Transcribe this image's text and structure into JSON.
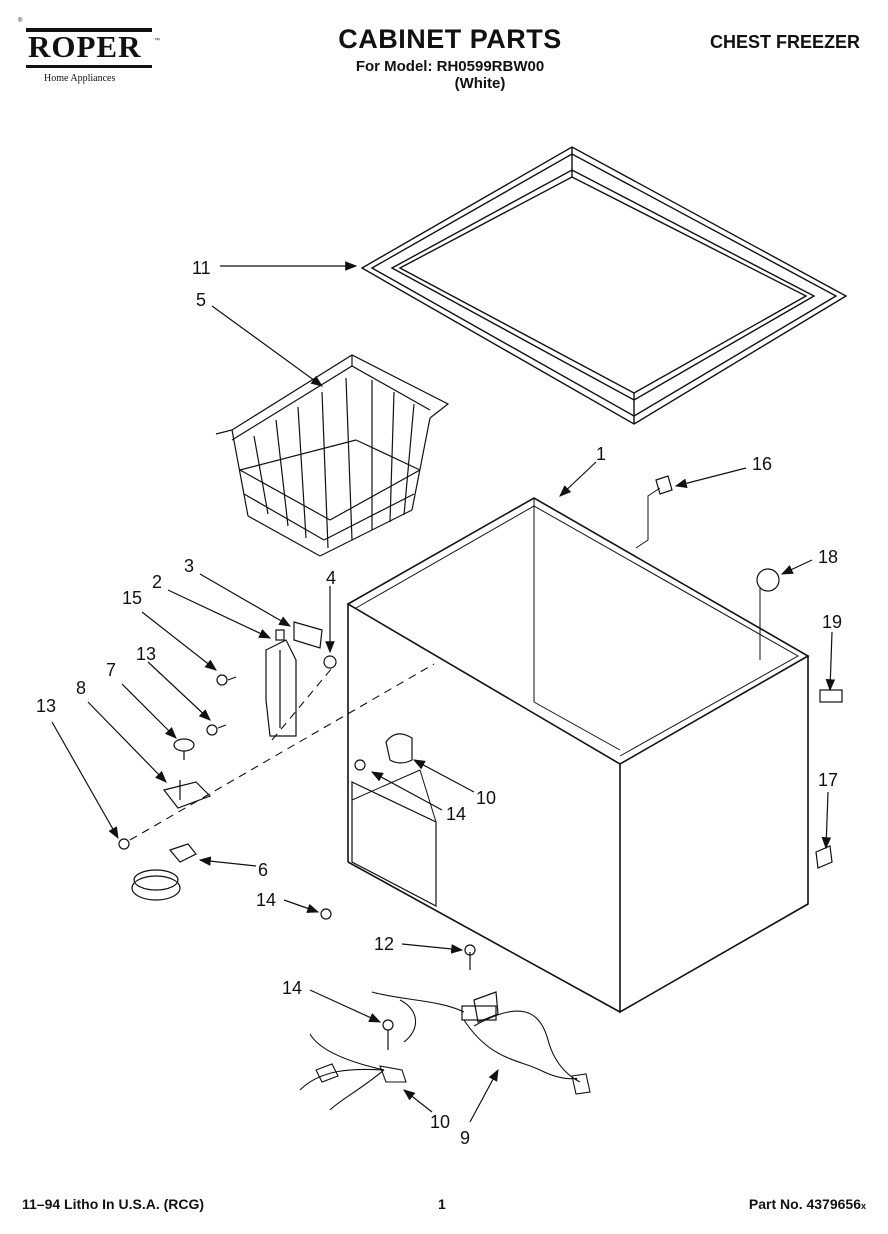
{
  "header": {
    "brand": "ROPER",
    "brand_tagline": "Home Appliances",
    "trademark": "™",
    "mark": "®",
    "title": "CABINET PARTS",
    "model_line": "For Model: RH0599RBW00",
    "variant": "(White)",
    "category": "CHEST FREEZER"
  },
  "callouts": [
    {
      "id": "callout-11",
      "label": "11"
    },
    {
      "id": "callout-5",
      "label": "5"
    },
    {
      "id": "callout-1",
      "label": "1"
    },
    {
      "id": "callout-16",
      "label": "16"
    },
    {
      "id": "callout-18",
      "label": "18"
    },
    {
      "id": "callout-19",
      "label": "19"
    },
    {
      "id": "callout-3",
      "label": "3"
    },
    {
      "id": "callout-2",
      "label": "2"
    },
    {
      "id": "callout-15",
      "label": "15"
    },
    {
      "id": "callout-4",
      "label": "4"
    },
    {
      "id": "callout-13a",
      "label": "13"
    },
    {
      "id": "callout-7",
      "label": "7"
    },
    {
      "id": "callout-8",
      "label": "8"
    },
    {
      "id": "callout-13b",
      "label": "13"
    },
    {
      "id": "callout-10a",
      "label": "10"
    },
    {
      "id": "callout-14a",
      "label": "14"
    },
    {
      "id": "callout-17",
      "label": "17"
    },
    {
      "id": "callout-6",
      "label": "6"
    },
    {
      "id": "callout-14b",
      "label": "14"
    },
    {
      "id": "callout-12",
      "label": "12"
    },
    {
      "id": "callout-14c",
      "label": "14"
    },
    {
      "id": "callout-10b",
      "label": "10"
    },
    {
      "id": "callout-9",
      "label": "9"
    }
  ],
  "footer": {
    "print_info": "11–94 Litho In U.S.A. (RCG)",
    "page": "1",
    "part_no": "Part No. 4379656",
    "part_suffix": "x"
  }
}
